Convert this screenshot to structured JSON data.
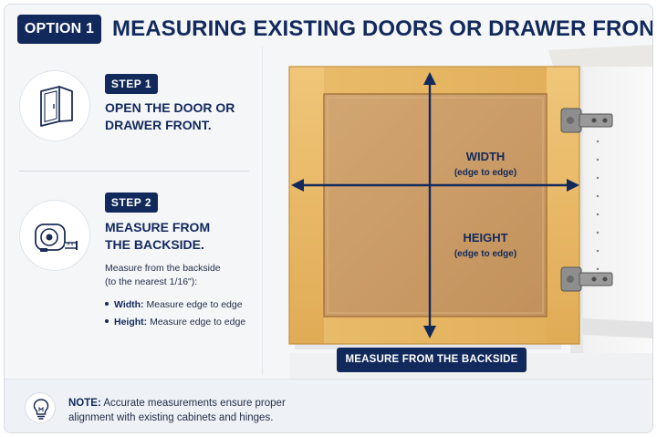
{
  "header": {
    "option_label": "OPTION 1",
    "title": "MEASURING EXISTING DOORS OR DRAWER FRONTS"
  },
  "steps": [
    {
      "badge": "STEP 1",
      "title_line1": "OPEN THE DOOR OR",
      "title_line2": "DRAWER FRONT.",
      "icon": "open-door-icon"
    },
    {
      "badge": "STEP 2",
      "title_line1": "MEASURE FROM",
      "title_line2": "THE BACKSIDE.",
      "icon": "tape-measure-icon",
      "desc_line1": "Measure from the backside",
      "desc_line2": "(to the nearest 1/16\"):",
      "bullets": [
        {
          "label": "Width:",
          "text": " Measure edge to edge"
        },
        {
          "label": "Height:",
          "text": " Measure edge to edge"
        }
      ]
    }
  ],
  "diagram": {
    "width_label": "WIDTH",
    "width_sub": "(edge to edge)",
    "height_label": "HEIGHT",
    "height_sub": "(edge to edge)",
    "bottom_label": "MEASURE FROM THE BACKSIDE"
  },
  "note": {
    "icon": "lightbulb-icon",
    "label": "NOTE:",
    "text_line1": " Accurate measurements ensure proper",
    "text_line2": "alignment with existing cabinets and hinges."
  },
  "colors": {
    "navy": "#12295c",
    "door_wood": "#e8b865",
    "door_panel": "#c99a64"
  }
}
